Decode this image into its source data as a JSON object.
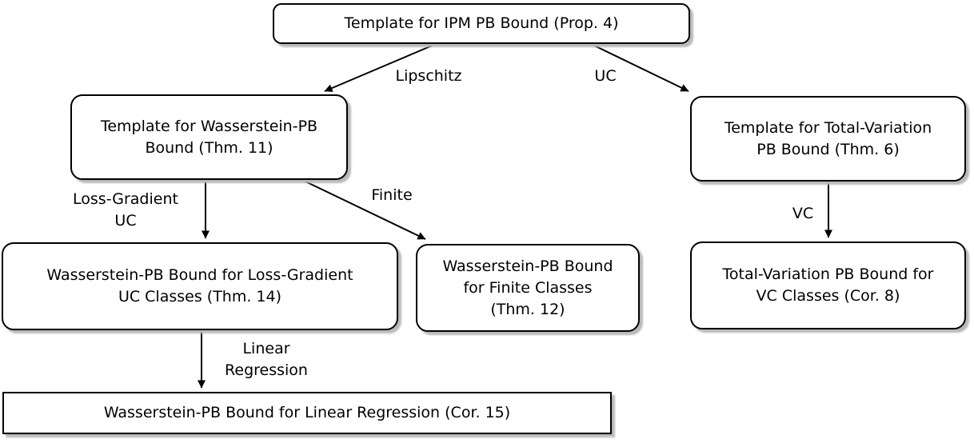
{
  "diagram": {
    "description": "Flowchart of PAC-Bayes (PB) bound results derived from an IPM template",
    "colors": {
      "background": "#ffffff",
      "node_fill": "#ffffff",
      "node_border": "#000000",
      "node_shadow": "#b9b9b9",
      "text": "#000000",
      "arrow": "#000000"
    },
    "nodes": [
      {
        "id": "ipm-template",
        "label": [
          "Template for IPM PB Bound (Prop. 4)"
        ]
      },
      {
        "id": "wasserstein-template",
        "label": [
          "Template for Wasserstein-PB",
          "Bound (Thm. 11)"
        ]
      },
      {
        "id": "total-variation-template",
        "label": [
          "Template for Total-Variation",
          "PB Bound (Thm. 6)"
        ]
      },
      {
        "id": "wasserstein-loss-gradient",
        "label": [
          "Wasserstein-PB Bound for Loss-Gradient",
          "UC Classes (Thm. 14)"
        ]
      },
      {
        "id": "wasserstein-finite",
        "label": [
          "Wasserstein-PB Bound",
          "for Finite Classes",
          "(Thm. 12)"
        ]
      },
      {
        "id": "total-variation-vc",
        "label": [
          "Total-Variation PB Bound for",
          "VC Classes (Cor. 8)"
        ]
      },
      {
        "id": "wasserstein-linear-regression",
        "label": [
          "Wasserstein-PB Bound for Linear Regression (Cor. 15)"
        ]
      }
    ],
    "edges": [
      {
        "id": "lipschitz",
        "from": "ipm-template",
        "to": "wasserstein-template",
        "label": [
          "Lipschitz"
        ]
      },
      {
        "id": "uc",
        "from": "ipm-template",
        "to": "total-variation-template",
        "label": [
          "UC"
        ]
      },
      {
        "id": "loss-gradient-uc",
        "from": "wasserstein-template",
        "to": "wasserstein-loss-gradient",
        "label": [
          "Loss-Gradient",
          "UC"
        ]
      },
      {
        "id": "finite",
        "from": "wasserstein-template",
        "to": "wasserstein-finite",
        "label": [
          "Finite"
        ]
      },
      {
        "id": "vc",
        "from": "total-variation-template",
        "to": "total-variation-vc",
        "label": [
          "VC"
        ]
      },
      {
        "id": "linear-regression",
        "from": "wasserstein-loss-gradient",
        "to": "wasserstein-linear-regression",
        "label": [
          "Linear",
          "Regression"
        ]
      }
    ]
  }
}
